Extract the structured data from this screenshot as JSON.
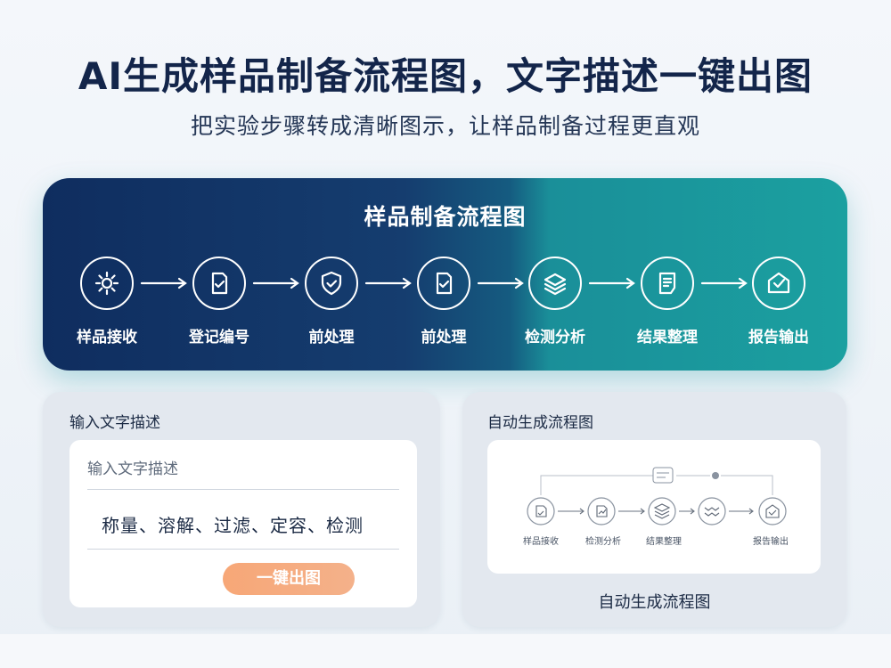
{
  "header": {
    "title": "AI生成样品制备流程图，文字描述一键出图",
    "subtitle": "把实验步骤转成清晰图示，让样品制备过程更直观"
  },
  "banner": {
    "title": "样品制备流程图",
    "steps": [
      {
        "label": "样品接收",
        "icon": "gear-icon"
      },
      {
        "label": "登记编号",
        "icon": "document-check-icon"
      },
      {
        "label": "前处理",
        "icon": "shield-check-icon"
      },
      {
        "label": "前处理",
        "icon": "document-check-icon"
      },
      {
        "label": "检测分析",
        "icon": "layers-icon"
      },
      {
        "label": "结果整理",
        "icon": "list-document-icon"
      },
      {
        "label": "报告输出",
        "icon": "mail-box-icon"
      }
    ]
  },
  "input_card": {
    "title": "输入文字描述",
    "placeholder": "输入文字描述",
    "value": "称量、溶解、过滤、定容、检测",
    "button_label": "一键出图"
  },
  "output_card": {
    "title": "自动生成流程图",
    "caption": "自动生成流程图",
    "mini_steps": [
      "样品接收",
      "检测分析",
      "结果整理",
      "报告输出"
    ]
  },
  "colors": {
    "banner_dark": "#0f2d5f",
    "banner_teal": "#1ba0a0",
    "button_orange": "#f7a777"
  }
}
